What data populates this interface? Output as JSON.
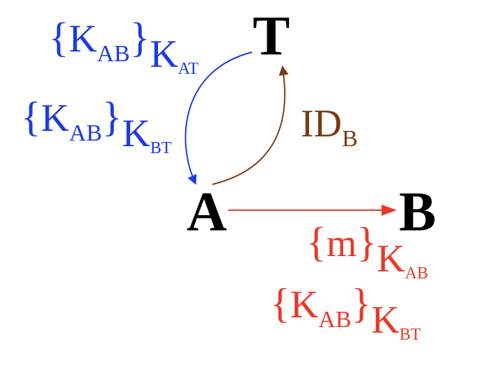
{
  "colors": {
    "node": "#000000",
    "blue": "#1a3ae6",
    "brown": "#7a3b12",
    "red": "#e8392c"
  },
  "nodes": {
    "t": "T",
    "a": "A",
    "b": "B"
  },
  "edge_a_to_t": {
    "label": {
      "base": "ID",
      "sub": "B"
    }
  },
  "edge_t_to_a": {
    "label_1": {
      "open": "{",
      "base": "K",
      "sub": "AB",
      "close": "}",
      "key": "K",
      "key_sub": "AT"
    },
    "label_2": {
      "open": "{",
      "base": "K",
      "sub": "AB",
      "close": "}",
      "key": "K",
      "key_sub": "BT"
    }
  },
  "edge_a_to_b": {
    "label_1": {
      "open": "{",
      "base": "m",
      "close": "}",
      "key": "K",
      "key_sub": "AB"
    },
    "label_2": {
      "open": "{",
      "base": "K",
      "sub": "AB",
      "close": "}",
      "key": "K",
      "key_sub": "BT"
    }
  }
}
